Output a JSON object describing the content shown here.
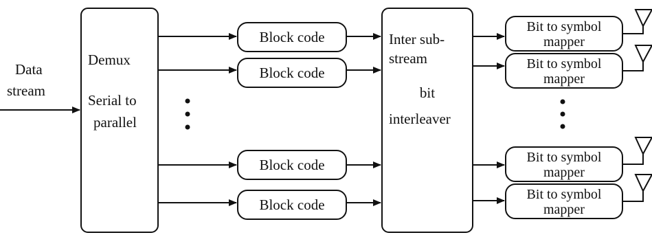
{
  "input": {
    "label_line1": "Data",
    "label_line2": "stream"
  },
  "demux": {
    "title": "Demux",
    "line1": "Serial to",
    "line2": "parallel"
  },
  "block_codes": [
    {
      "label": "Block code"
    },
    {
      "label": "Block code"
    },
    {
      "label": "Block code"
    },
    {
      "label": "Block code"
    }
  ],
  "interleaver": {
    "line1": "Inter sub-",
    "line2": "stream",
    "line3": "bit",
    "line4": "interleaver"
  },
  "mappers": [
    {
      "line1": "Bit to symbol",
      "line2": "mapper"
    },
    {
      "line1": "Bit to symbol",
      "line2": "mapper"
    },
    {
      "line1": "Bit to symbol",
      "line2": "mapper"
    },
    {
      "line1": "Bit to symbol",
      "line2": "mapper"
    }
  ],
  "ellipsis": "⋮"
}
